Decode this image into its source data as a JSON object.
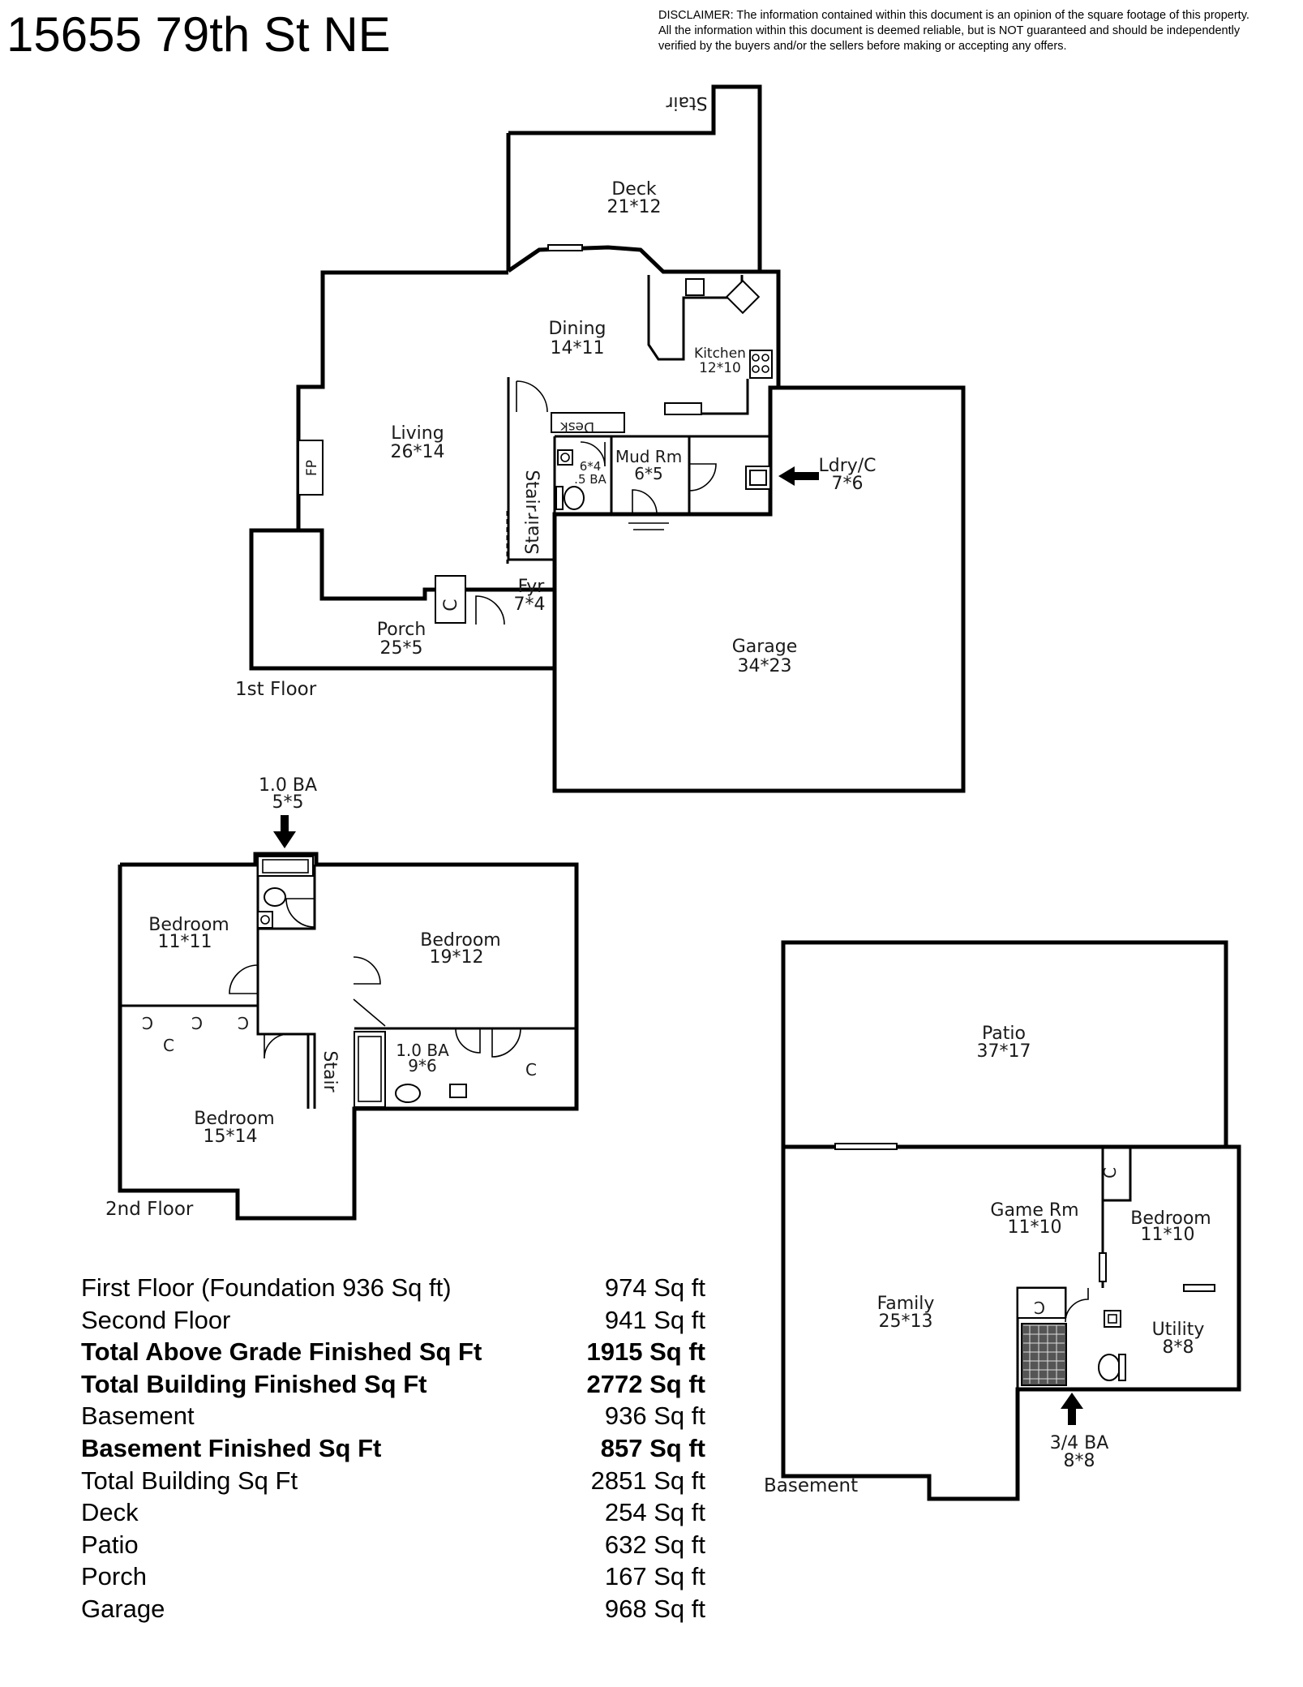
{
  "header": {
    "title": "15655 79th St NE",
    "disclaimer_lines": [
      "DISCLAIMER: The information contained within this document is an opinion of the square footage of this property.",
      "All the information within this document is deemed reliable, but is NOT guaranteed and should be independently",
      "verified by the buyers and/or the sellers before making or accepting any offers."
    ]
  },
  "floors": {
    "first": {
      "label": "1st Floor",
      "rooms": {
        "stair_top": "Stair",
        "deck": {
          "name": "Deck",
          "dim": "21*12"
        },
        "dining": {
          "name": "Dining",
          "dim": "14*11"
        },
        "kitchen": {
          "name": "Kitchen",
          "dim": "12*10"
        },
        "living": {
          "name": "Living",
          "dim": "26*14"
        },
        "fp": "FP",
        "desk": "Desk",
        "half_bath": {
          "dim": "6*4",
          "name": ".5 BA"
        },
        "mud": {
          "name": "Mud Rm",
          "dim": "6*5"
        },
        "laundry": {
          "name": "Ldry/C",
          "dim": "7*6"
        },
        "stair_a": "Stair",
        "stair_b": "Stair",
        "closet": "C",
        "foyer": {
          "name": "Fyr",
          "dim": "7*4"
        },
        "porch": {
          "name": "Porch",
          "dim": "25*5"
        },
        "garage": {
          "name": "Garage",
          "dim": "34*23"
        }
      }
    },
    "second": {
      "label": "2nd Floor",
      "rooms": {
        "bath_top": {
          "name": "1.0 BA",
          "dim": "5*5"
        },
        "bedroom_a": {
          "name": "Bedroom",
          "dim": "11*11"
        },
        "bedroom_b": {
          "name": "Bedroom",
          "dim": "19*12"
        },
        "bath_mid": {
          "name": "1.0 BA",
          "dim": "9*6"
        },
        "bedroom_c": {
          "name": "Bedroom",
          "dim": "15*14"
        },
        "stair": "Stair",
        "closets": [
          "C",
          "C",
          "C",
          "C",
          "C"
        ]
      }
    },
    "basement": {
      "label": "Basement",
      "rooms": {
        "patio": {
          "name": "Patio",
          "dim": "37*17"
        },
        "game": {
          "name": "Game Rm",
          "dim": "11*10"
        },
        "bedroom": {
          "name": "Bedroom",
          "dim": "11*10"
        },
        "family": {
          "name": "Family",
          "dim": "25*13"
        },
        "utility": {
          "name": "Utility",
          "dim": "8*8"
        },
        "bath": {
          "name": "3/4 BA",
          "dim": "8*8"
        },
        "closets": [
          "C",
          "C"
        ]
      }
    }
  },
  "square_footage": [
    {
      "label": "First Floor (Foundation 936 Sq ft)",
      "value": "974 Sq ft",
      "bold": false
    },
    {
      "label": "Second Floor",
      "value": "941 Sq ft",
      "bold": false
    },
    {
      "label": "Total Above Grade Finished Sq Ft",
      "value": "1915 Sq ft",
      "bold": true
    },
    {
      "label": "Total Building Finished Sq Ft",
      "value": "2772 Sq ft",
      "bold": true
    },
    {
      "label": "Basement",
      "value": "936 Sq ft",
      "bold": false
    },
    {
      "label": "Basement Finished Sq Ft",
      "value": "857 Sq ft",
      "bold": true
    },
    {
      "label": "Total Building Sq Ft",
      "value": "2851 Sq ft",
      "bold": false
    },
    {
      "label": "Deck",
      "value": "254 Sq ft",
      "bold": false
    },
    {
      "label": "Patio",
      "value": "632 Sq ft",
      "bold": false
    },
    {
      "label": "Porch",
      "value": "167 Sq ft",
      "bold": false
    },
    {
      "label": "Garage",
      "value": "968 Sq ft",
      "bold": false
    }
  ]
}
